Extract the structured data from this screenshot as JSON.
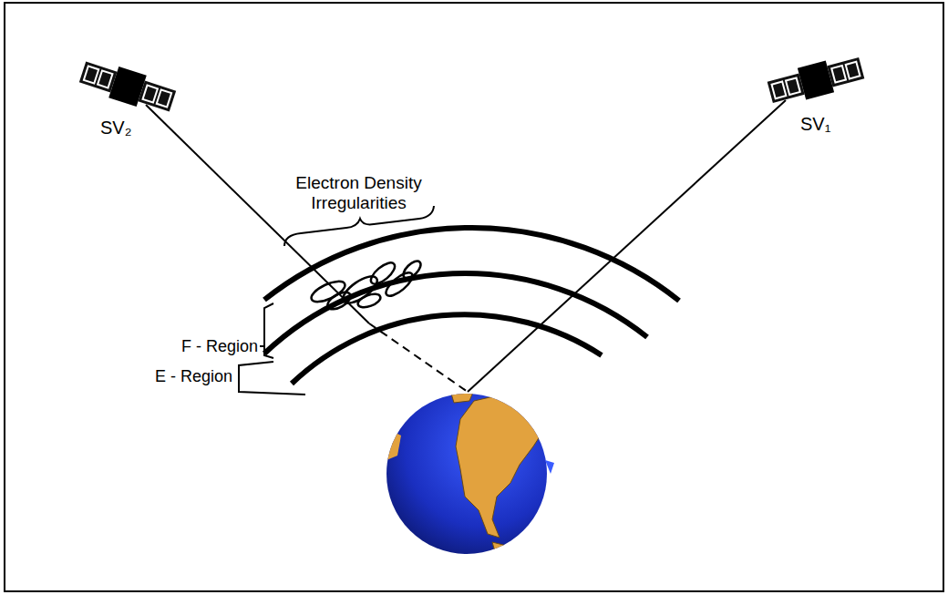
{
  "diagram": {
    "labels": [
      "SV₂",
      "SV₁",
      "Electron Density Irregularities",
      "F - Region",
      "E - Region"
    ]
  }
}
